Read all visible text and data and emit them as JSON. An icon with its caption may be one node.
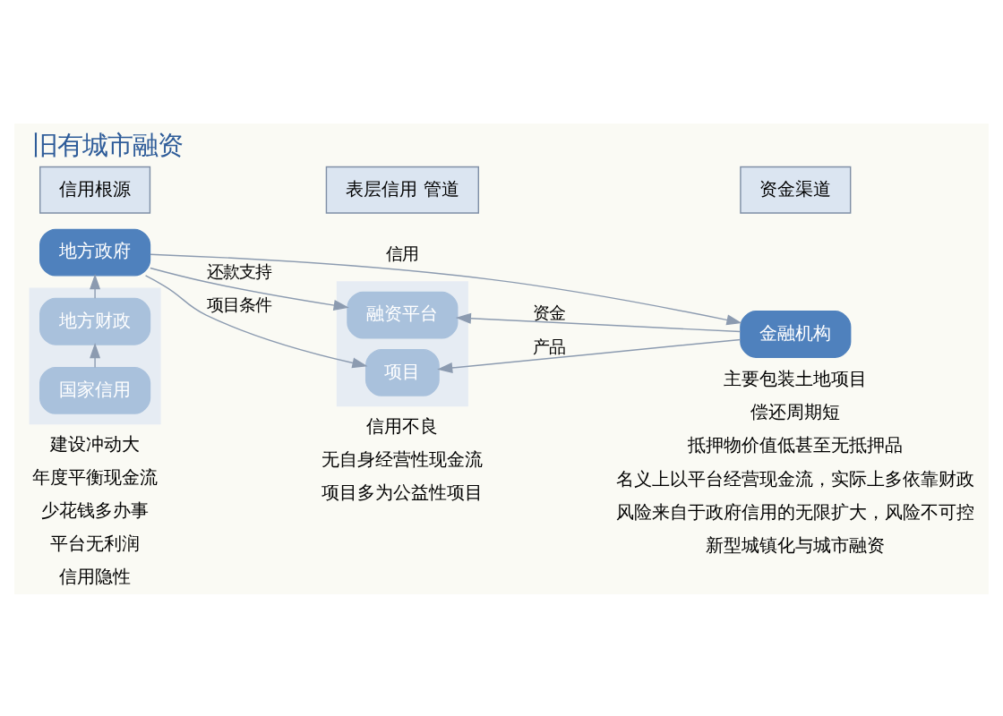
{
  "diagram": {
    "title": "旧有城市融资",
    "nodes": [
      {
        "text": [
          "信用根源"
        ]
      },
      {
        "text": [
          "表层信用 管道"
        ]
      },
      {
        "text": [
          "资金渠道"
        ]
      },
      {
        "text": [
          "地方政府"
        ]
      },
      {
        "text": [],
        "shape": "box"
      },
      {
        "text": [
          "融资平台"
        ],
        "in": 4
      },
      {
        "text": [
          "项目"
        ],
        "in": 4
      },
      {
        "text": [
          "金融机构"
        ]
      },
      {
        "text": [],
        "shape": "box"
      },
      {
        "text": [
          "地方财政"
        ],
        "in": 8
      },
      {
        "text": [
          "国家信用"
        ],
        "in": 8
      }
    ],
    "edges": [
      {
        "from": 3,
        "to": 5,
        "arrow": "to",
        "label": "还款支持"
      },
      {
        "from": 3,
        "to": 6,
        "arrow": "to",
        "label": "项目条件"
      },
      {
        "from": 7,
        "to": 5,
        "arrow": "to",
        "label": "资金"
      },
      {
        "from": 7,
        "to": 6,
        "arrow": "to",
        "label": "产品"
      },
      {
        "from": 3,
        "to": 7,
        "arrow": "to",
        "label": "信用"
      },
      {
        "from": 9,
        "to": 3,
        "arrow": "to"
      },
      {
        "from": 10,
        "to": 9,
        "arrow": "to"
      }
    ],
    "labels": [
      "建设冲动大",
      "年度平衡现金流",
      "少花钱多办事",
      "平台无利润",
      "信用隐性",
      "信用不良",
      "无自身经营性现金流",
      "项目多为公益性项目",
      "主要包装土地项目",
      "偿还周期短",
      "抵押物价值低甚至无抵押品",
      "名义上以平台经营现金流，实际上多依靠财政",
      "风险来自于政府信用的无限扩大，风险不可控",
      "新型城镇化与城市融资"
    ]
  }
}
